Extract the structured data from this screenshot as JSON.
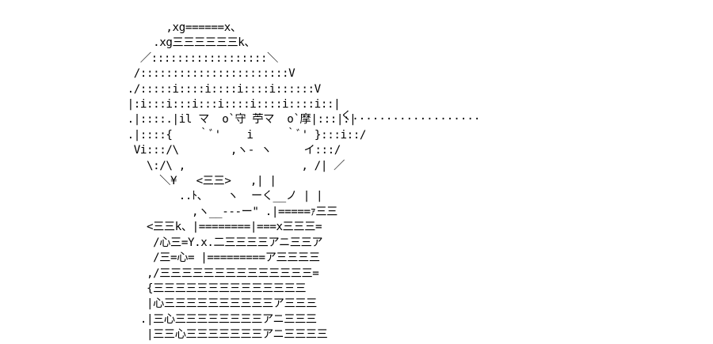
{
  "art_lines": [
    "          ,xg======x、",
    "        .xg三三三三三三k、",
    "      ／::::::::::::::::::＼",
    "     /:::::::::::::::::::::::V",
    "    ./:::::i::::i::::i::::i::::::V",
    "    |:i:::i:::i:::i::::i::::i::::i::|",
    "    .|::::.|il マ  o`守 苧マ  o`摩|:::|:|",
    "    .|::::{    ｀ﾞ'    i     ｀ﾞ' }:::i::/",
    "     Vi:::/\\        ,ヽ- ヽ     イ:::/",
    "       \\:/\\ ,                  , /| ／",
    "         ＼¥   <三三>   ,| |",
    "            ..ﾄ、   ヽ  ーく__ノ | |",
    "              ,ヽ__---ー\" .|=====ｧ三三",
    "       <三三k、|========|===x三三三=",
    "        /心三=Y.x.二三三三三アニ三三ア",
    "        /三=心= |=========ア三三三三",
    "       ,/三三三三三三三三三三三三三三=",
    "       {三三三三三三三三三三三三三三",
    "       |心三三三三三三三三三三ア三三三",
    "      .|三心三三三三三三三三アニ三三三",
    "       |三三心三三三三三三三アニ三三三三"
  ],
  "pointer_text": "く..................."
}
